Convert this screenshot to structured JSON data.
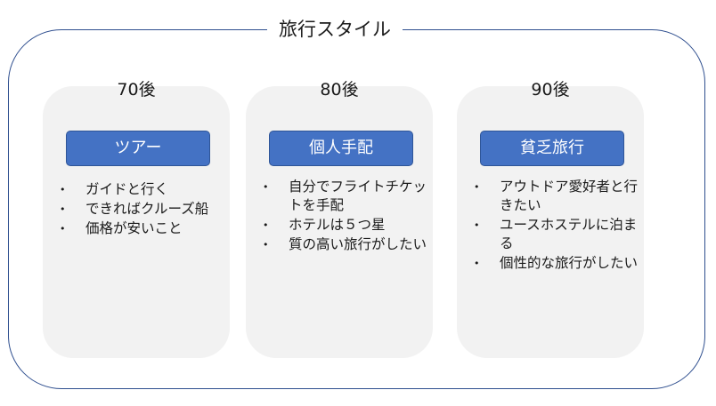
{
  "title": "旅行スタイル",
  "columns": [
    {
      "generation": "70後",
      "style": "ツアー",
      "bullets": [
        "ガイドと行く",
        "できればクルーズ船",
        "価格が安いこと"
      ]
    },
    {
      "generation": "80後",
      "style": "個人手配",
      "bullets": [
        "自分でフライトチケットを手配",
        "ホテルは５つ星",
        "質の高い旅行がしたい"
      ]
    },
    {
      "generation": "90後",
      "style": "貧乏旅行",
      "bullets": [
        "アウトドア愛好者と行きたい",
        "ユースホステルに泊まる",
        "個性的な旅行がしたい"
      ]
    }
  ],
  "colors": {
    "frame_border": "#2f4f8f",
    "card_bg": "#f2f2f2",
    "tag_bg": "#4472c4",
    "tag_text": "#ffffff"
  }
}
